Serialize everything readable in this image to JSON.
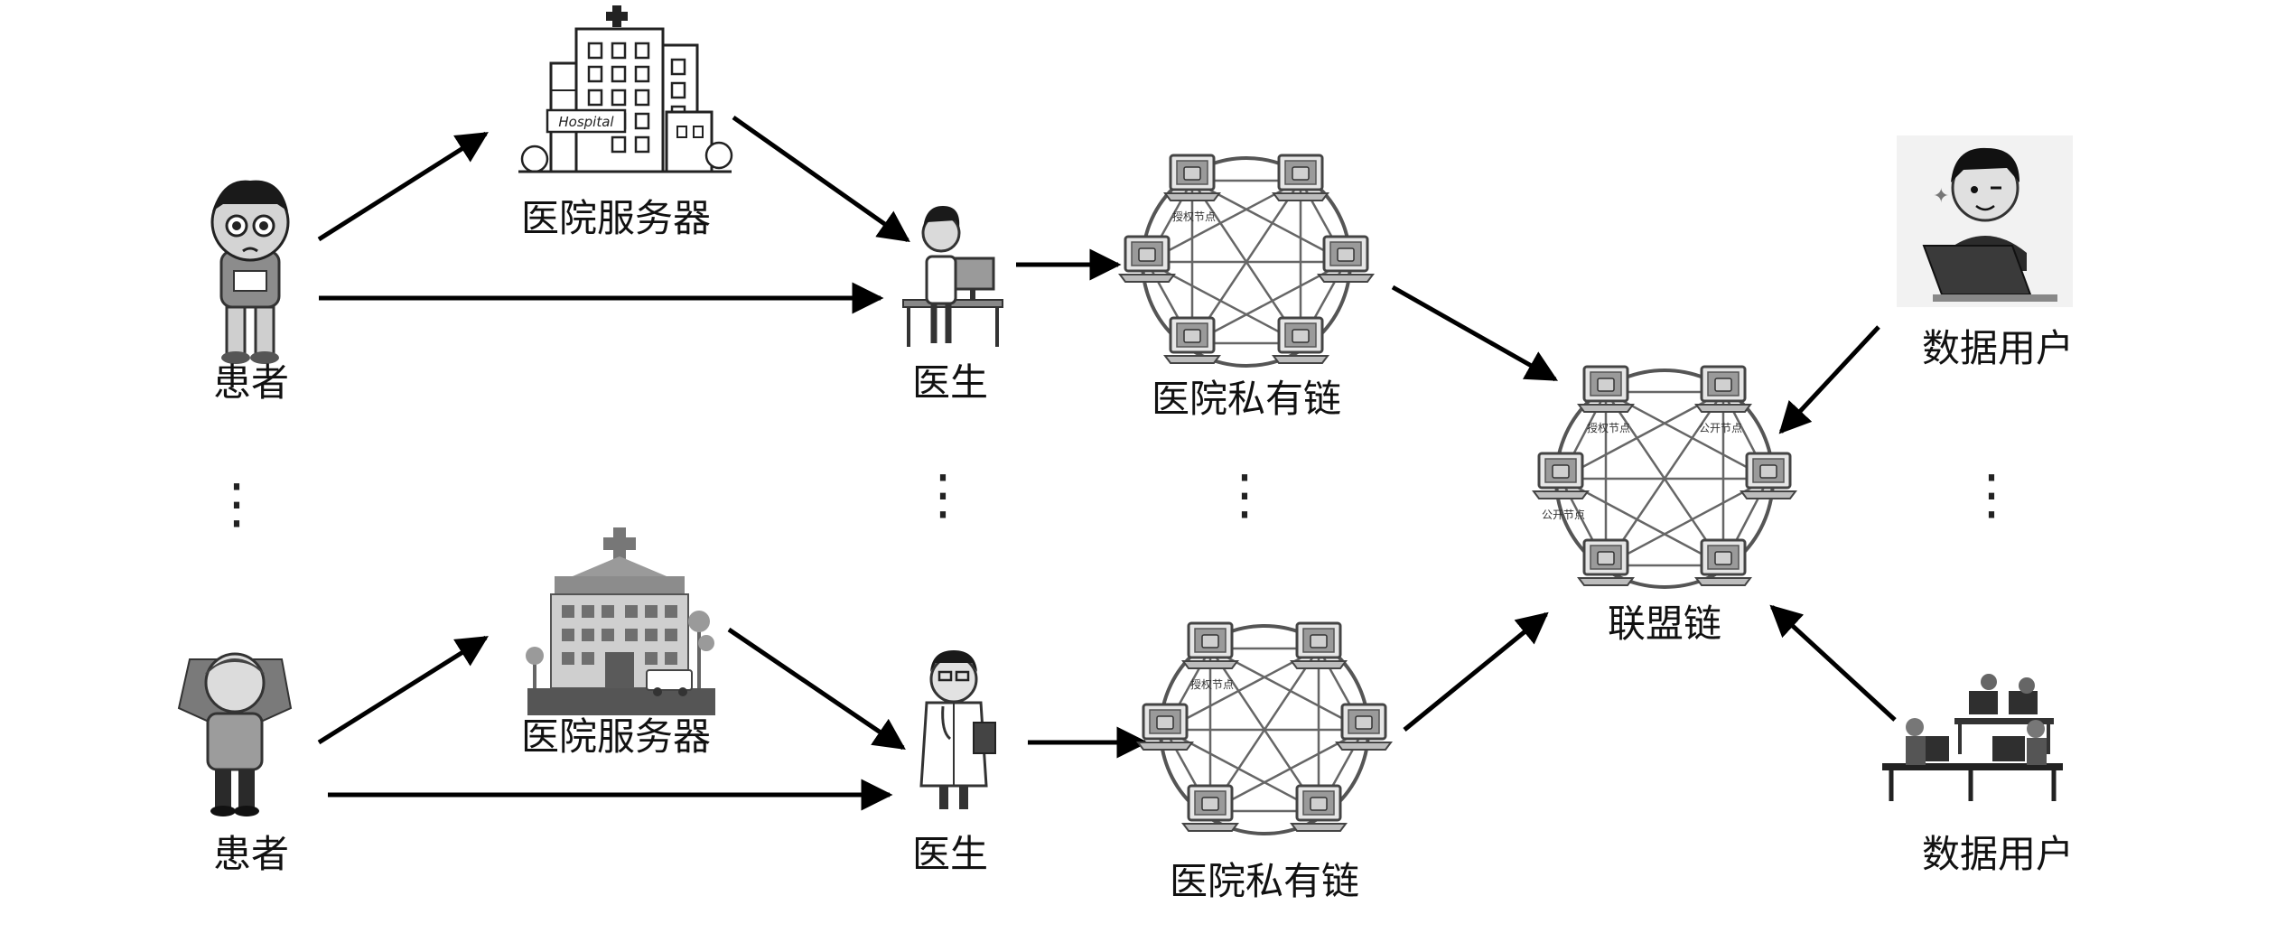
{
  "labels": {
    "patient_top": "患者",
    "patient_bottom": "患者",
    "server_top": "医院服务器",
    "server_bottom": "医院服务器",
    "doctor_top": "医生",
    "doctor_bottom": "医生",
    "private_chain_top": "医院私有链",
    "private_chain_bottom": "医院私有链",
    "consortium_chain": "联盟链",
    "data_user_top": "数据用户",
    "data_user_bottom": "数据用户"
  },
  "icon_text": {
    "hospital_sign": "Hospital",
    "auth_node": "授权节点",
    "public_node": "公开节点"
  },
  "continuation": "⋮",
  "colors": {
    "ink": "#111111",
    "gray_dark": "#555555",
    "gray_mid": "#8c8c8c",
    "gray_light": "#d9d9d9"
  }
}
